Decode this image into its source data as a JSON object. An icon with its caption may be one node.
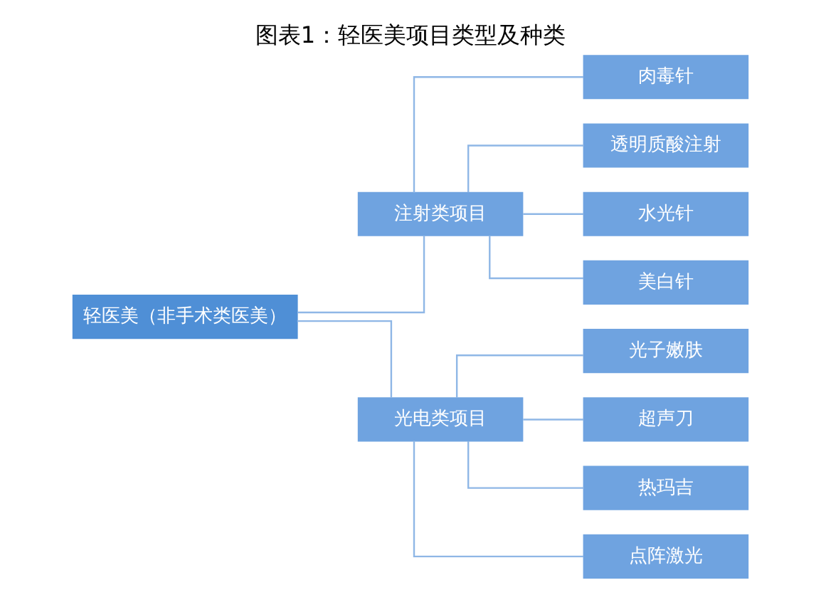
{
  "diagram": {
    "title": "图表1：轻医美项目类型及种类",
    "nodes": [
      {
        "text": [
          "轻医美（非手术类医美）"
        ]
      },
      {
        "text": [
          "注射类项目"
        ]
      },
      {
        "text": [
          "光电类项目"
        ]
      },
      {
        "text": [
          "肉毒针"
        ]
      },
      {
        "text": [
          "透明质酸注射"
        ]
      },
      {
        "text": [
          "水光针"
        ]
      },
      {
        "text": [
          "美白针"
        ]
      },
      {
        "text": [
          "光子嫩肤"
        ]
      },
      {
        "text": [
          "超声刀"
        ]
      },
      {
        "text": [
          "热玛吉"
        ]
      },
      {
        "text": [
          "点阵激光"
        ]
      }
    ],
    "edges": [
      {
        "from": 0,
        "to": 1,
        "arrow": "none"
      },
      {
        "from": 0,
        "to": 2,
        "arrow": "none"
      },
      {
        "from": 1,
        "to": 3,
        "arrow": "none"
      },
      {
        "from": 1,
        "to": 4,
        "arrow": "none"
      },
      {
        "from": 1,
        "to": 5,
        "arrow": "none"
      },
      {
        "from": 1,
        "to": 6,
        "arrow": "none"
      },
      {
        "from": 2,
        "to": 7,
        "arrow": "none"
      },
      {
        "from": 2,
        "to": 8,
        "arrow": "none"
      },
      {
        "from": 2,
        "to": 9,
        "arrow": "none"
      },
      {
        "from": 2,
        "to": 10,
        "arrow": "none"
      }
    ]
  }
}
